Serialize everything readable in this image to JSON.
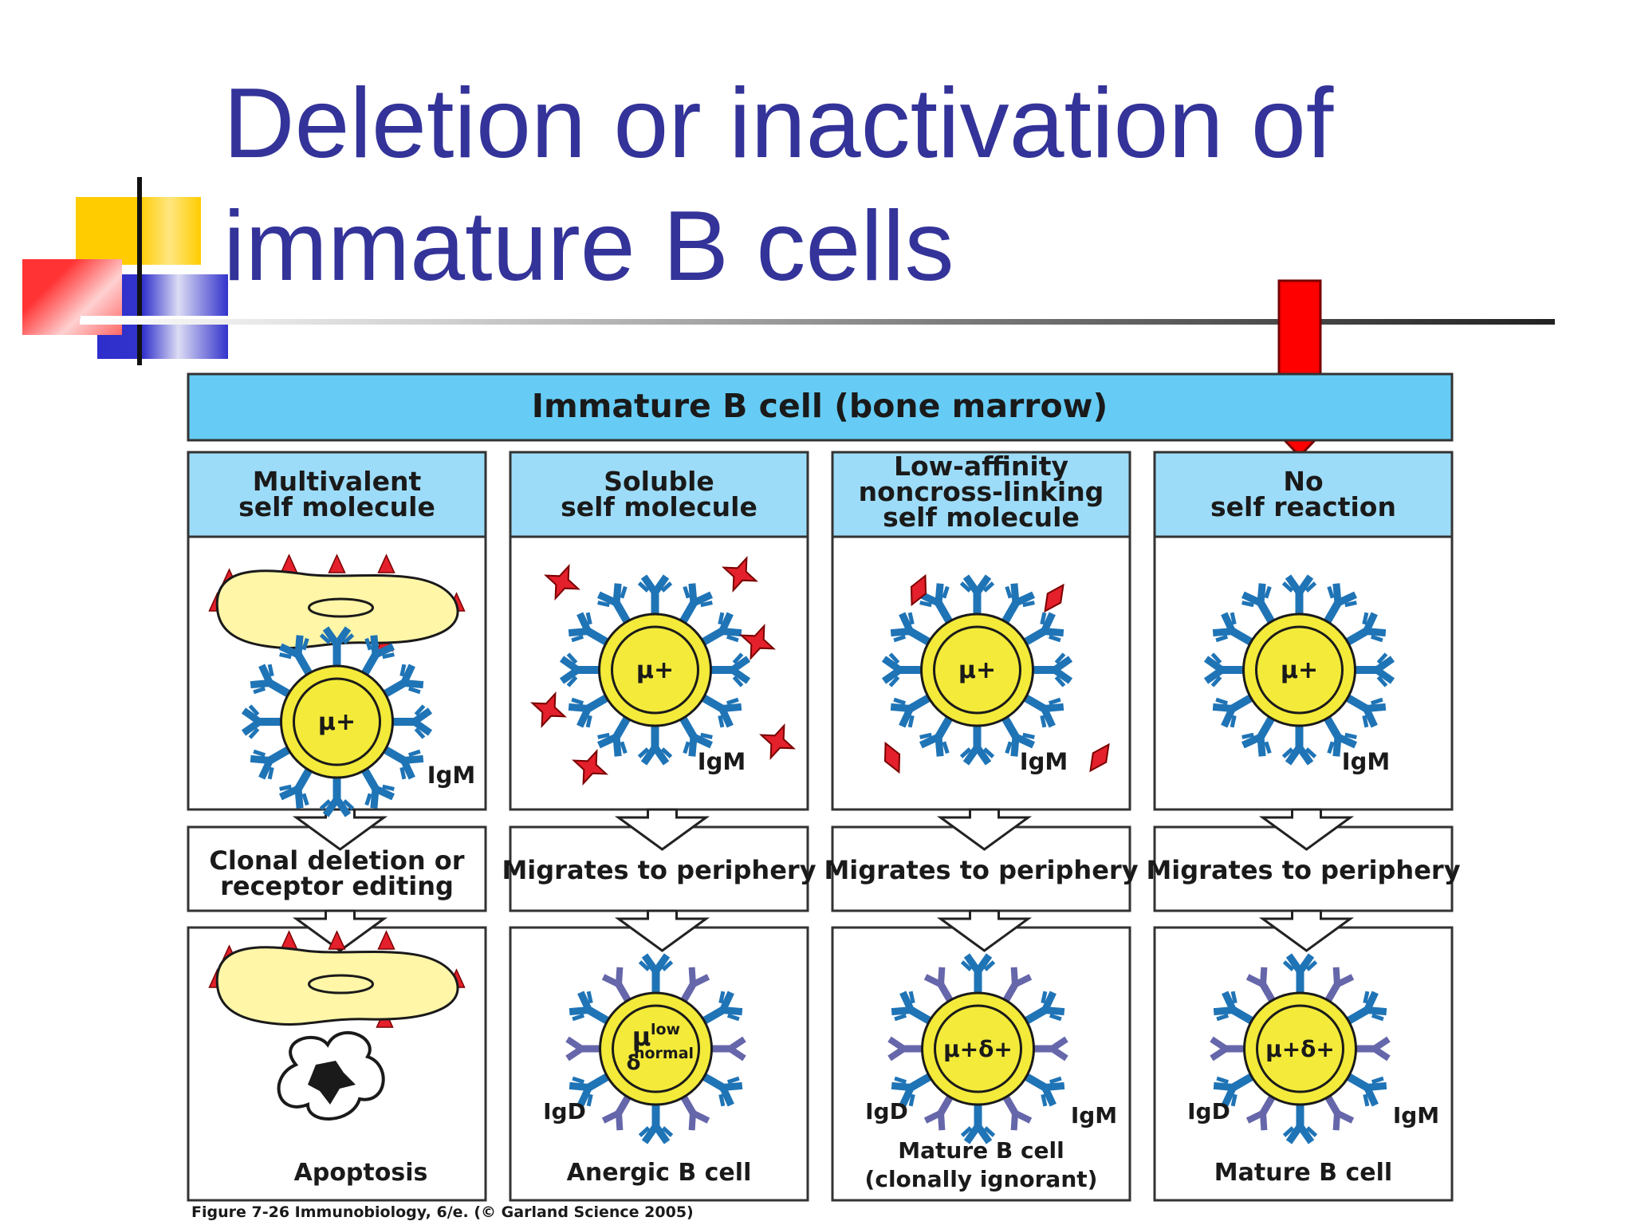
{
  "slide": {
    "title_lines": [
      "Deletion or inactivation of",
      "immature B cells"
    ]
  },
  "figure": {
    "header": "Immature B cell (bone marrow)",
    "columns": [
      {
        "heading": [
          "Multivalent",
          "self molecule"
        ],
        "top_cell_marker": "μ+",
        "top_receptor_label": "IgM",
        "outcome": [
          "Clonal deletion or",
          "receptor editing"
        ],
        "bottom_label": [
          "Apoptosis"
        ],
        "bottom_left_label": "",
        "bottom_right_label": "",
        "bottom_marker": ""
      },
      {
        "heading": [
          "Soluble",
          "self molecule"
        ],
        "top_cell_marker": "μ+",
        "top_receptor_label": "IgM",
        "outcome": [
          "Migrates to periphery"
        ],
        "bottom_label": [
          "Anergic B cell"
        ],
        "bottom_left_label": "IgD",
        "bottom_right_label": "",
        "bottom_marker_top": "μ",
        "bottom_marker_sup_top": "low",
        "bottom_marker_sub": "δ",
        "bottom_marker_sup_sub": "normal"
      },
      {
        "heading": [
          "Low-affinity",
          "noncross-linking",
          "self molecule"
        ],
        "top_cell_marker": "μ+",
        "top_receptor_label": "IgM",
        "outcome": [
          "Migrates to periphery"
        ],
        "bottom_label": [
          "Mature B cell",
          "(clonally ignorant)"
        ],
        "bottom_left_label": "IgD",
        "bottom_right_label": "IgM",
        "bottom_marker": "μ+δ+"
      },
      {
        "heading": [
          "No",
          "self reaction"
        ],
        "top_cell_marker": "μ+",
        "top_receptor_label": "IgM",
        "outcome": [
          "Migrates to periphery"
        ],
        "bottom_label": [
          "Mature B cell"
        ],
        "bottom_left_label": "IgD",
        "bottom_right_label": "IgM",
        "bottom_marker": "μ+δ+"
      }
    ],
    "caption": "Figure 7-26  Immunobiology, 6/e. (© Garland Science 2005)"
  },
  "colors": {
    "title": "#333399",
    "header_fill": "#66ccf5",
    "heading_fill": "#9ddcf8",
    "cell_yellow": "#f3ea3a",
    "cell_outline": "#1a1a1a",
    "membrane_yellow": "#fff6a8",
    "antigen_red": "#e3202b",
    "receptor_igm": "#1f74b6",
    "receptor_igd": "#6666aa",
    "arrow_red": "#ff0000"
  }
}
